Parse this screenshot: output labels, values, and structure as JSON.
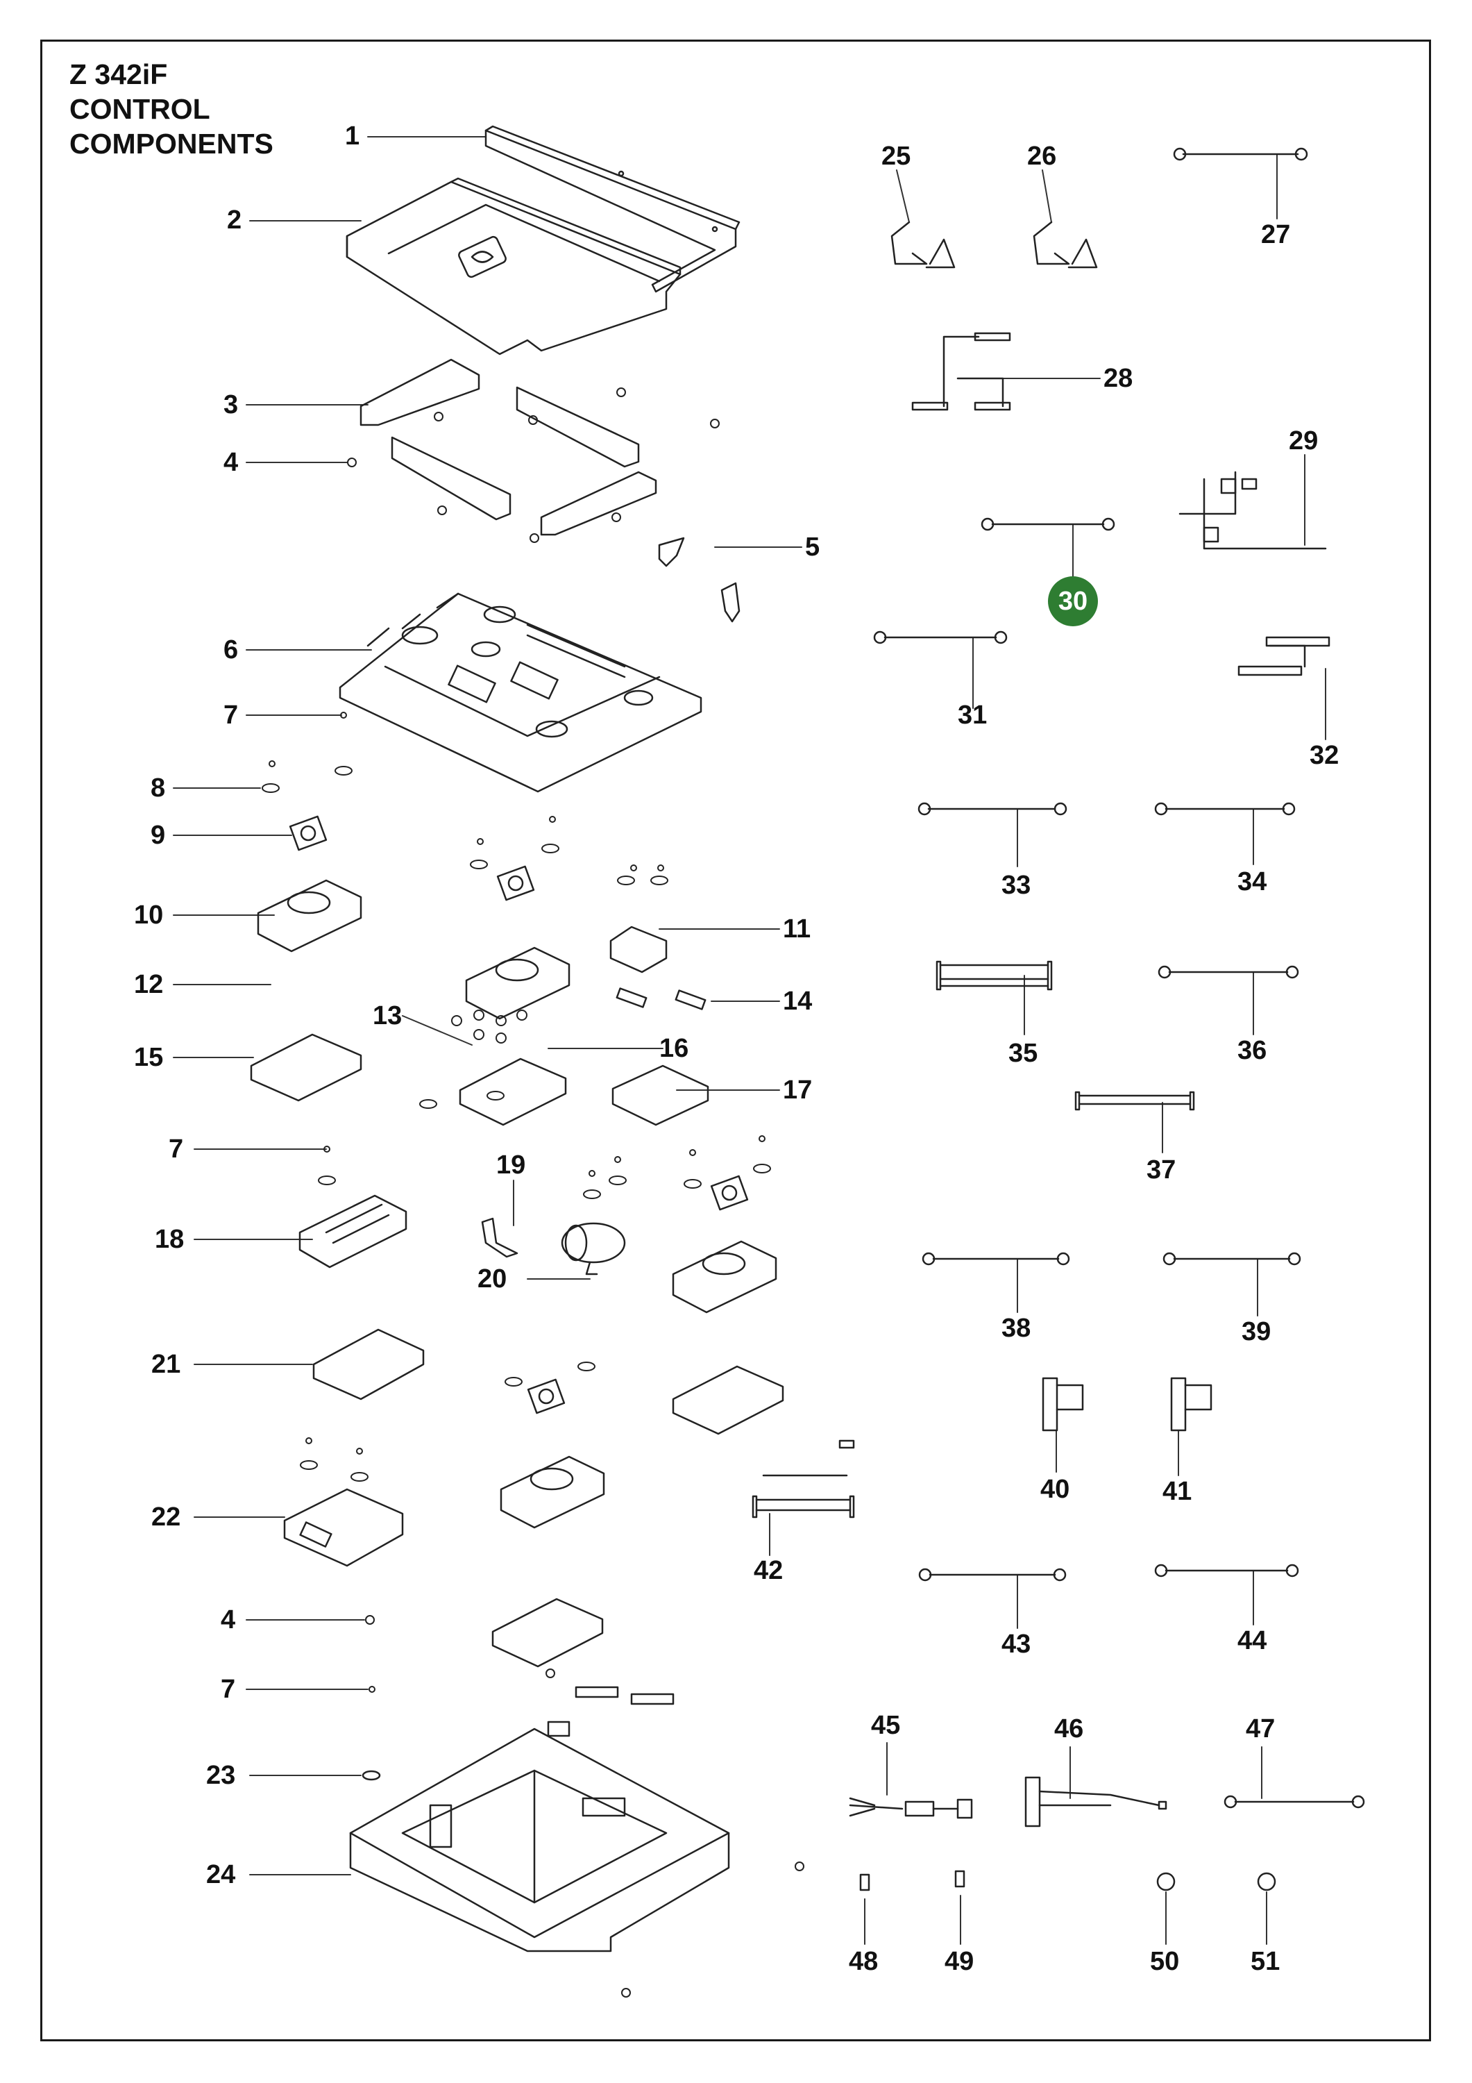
{
  "title": {
    "line1": "Z 342iF",
    "line2": "CONTROL",
    "line3": "COMPONENTS"
  },
  "highlight_color": "#2e7d32",
  "callouts": [
    {
      "id": "1",
      "label": "1"
    },
    {
      "id": "2",
      "label": "2"
    },
    {
      "id": "3",
      "label": "3"
    },
    {
      "id": "4a",
      "label": "4"
    },
    {
      "id": "5",
      "label": "5"
    },
    {
      "id": "6",
      "label": "6"
    },
    {
      "id": "7a",
      "label": "7"
    },
    {
      "id": "8",
      "label": "8"
    },
    {
      "id": "9",
      "label": "9"
    },
    {
      "id": "10",
      "label": "10"
    },
    {
      "id": "11",
      "label": "11"
    },
    {
      "id": "12",
      "label": "12"
    },
    {
      "id": "13",
      "label": "13"
    },
    {
      "id": "14",
      "label": "14"
    },
    {
      "id": "15",
      "label": "15"
    },
    {
      "id": "16",
      "label": "16"
    },
    {
      "id": "17",
      "label": "17"
    },
    {
      "id": "7b",
      "label": "7"
    },
    {
      "id": "18",
      "label": "18"
    },
    {
      "id": "19",
      "label": "19"
    },
    {
      "id": "20",
      "label": "20"
    },
    {
      "id": "21",
      "label": "21"
    },
    {
      "id": "22",
      "label": "22"
    },
    {
      "id": "4b",
      "label": "4"
    },
    {
      "id": "7c",
      "label": "7"
    },
    {
      "id": "23",
      "label": "23"
    },
    {
      "id": "24",
      "label": "24"
    },
    {
      "id": "25",
      "label": "25"
    },
    {
      "id": "26",
      "label": "26"
    },
    {
      "id": "27",
      "label": "27"
    },
    {
      "id": "28",
      "label": "28"
    },
    {
      "id": "29",
      "label": "29"
    },
    {
      "id": "30",
      "label": "30",
      "highlighted": true
    },
    {
      "id": "31",
      "label": "31"
    },
    {
      "id": "32",
      "label": "32"
    },
    {
      "id": "33",
      "label": "33"
    },
    {
      "id": "34",
      "label": "34"
    },
    {
      "id": "35",
      "label": "35"
    },
    {
      "id": "36",
      "label": "36"
    },
    {
      "id": "37",
      "label": "37"
    },
    {
      "id": "38",
      "label": "38"
    },
    {
      "id": "39",
      "label": "39"
    },
    {
      "id": "40",
      "label": "40"
    },
    {
      "id": "41",
      "label": "41"
    },
    {
      "id": "42",
      "label": "42"
    },
    {
      "id": "43",
      "label": "43"
    },
    {
      "id": "44",
      "label": "44"
    },
    {
      "id": "45",
      "label": "45"
    },
    {
      "id": "46",
      "label": "46"
    },
    {
      "id": "47",
      "label": "47"
    },
    {
      "id": "48",
      "label": "48"
    },
    {
      "id": "49",
      "label": "49"
    },
    {
      "id": "50",
      "label": "50"
    },
    {
      "id": "51",
      "label": "51"
    }
  ]
}
